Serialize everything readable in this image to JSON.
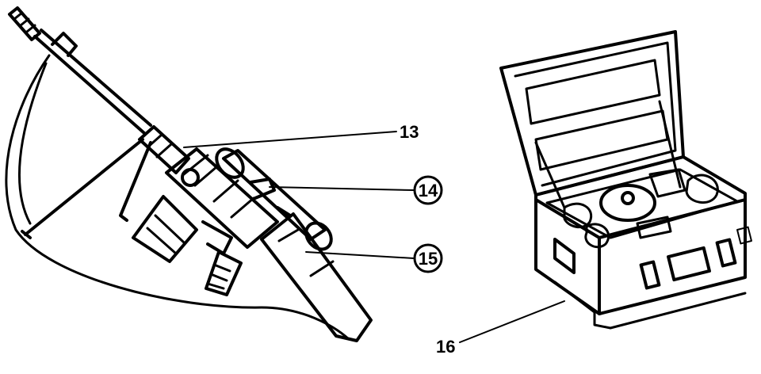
{
  "figure": {
    "background": "#ffffff",
    "ink": "#000000",
    "callouts": [
      {
        "id": "rifle-receiver",
        "label": "13",
        "circled": false
      },
      {
        "id": "telescopic-sight",
        "label": "14",
        "circled": true
      },
      {
        "id": "sight-mount",
        "label": "15",
        "circled": true
      },
      {
        "id": "transport-case",
        "label": "16",
        "circled": false
      }
    ],
    "parts": {
      "left": [
        "rifle",
        "sling",
        "bipod",
        "magazine",
        "grip",
        "telescopic-sight"
      ],
      "right": [
        "transport-case",
        "open-lid",
        "foam-insert",
        "latches",
        "handle"
      ]
    }
  }
}
